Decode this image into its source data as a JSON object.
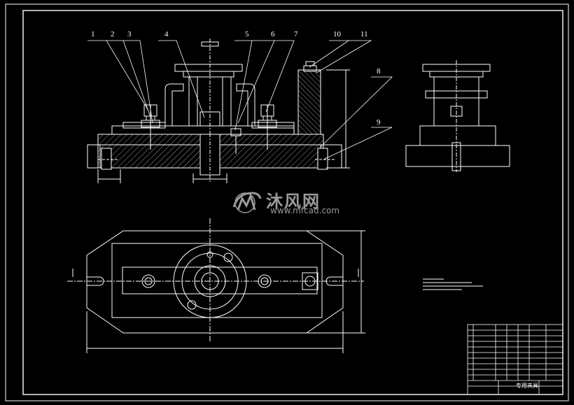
{
  "callouts": [
    {
      "id": "1",
      "label": "1"
    },
    {
      "id": "2",
      "label": "2"
    },
    {
      "id": "3",
      "label": "3"
    },
    {
      "id": "4",
      "label": "4"
    },
    {
      "id": "5",
      "label": "5"
    },
    {
      "id": "6",
      "label": "6"
    },
    {
      "id": "7",
      "label": "7"
    },
    {
      "id": "8",
      "label": "8"
    },
    {
      "id": "9",
      "label": "9"
    },
    {
      "id": "10",
      "label": "10"
    },
    {
      "id": "11",
      "label": "11"
    }
  ],
  "watermark": {
    "brand_cn": "沐风网",
    "url": "www.mfcad.com"
  },
  "title_block": {
    "drawing_name": "专用夹具"
  },
  "colors": {
    "background": "#000000",
    "line": "#ffffff",
    "title_block": "#ffffff"
  }
}
